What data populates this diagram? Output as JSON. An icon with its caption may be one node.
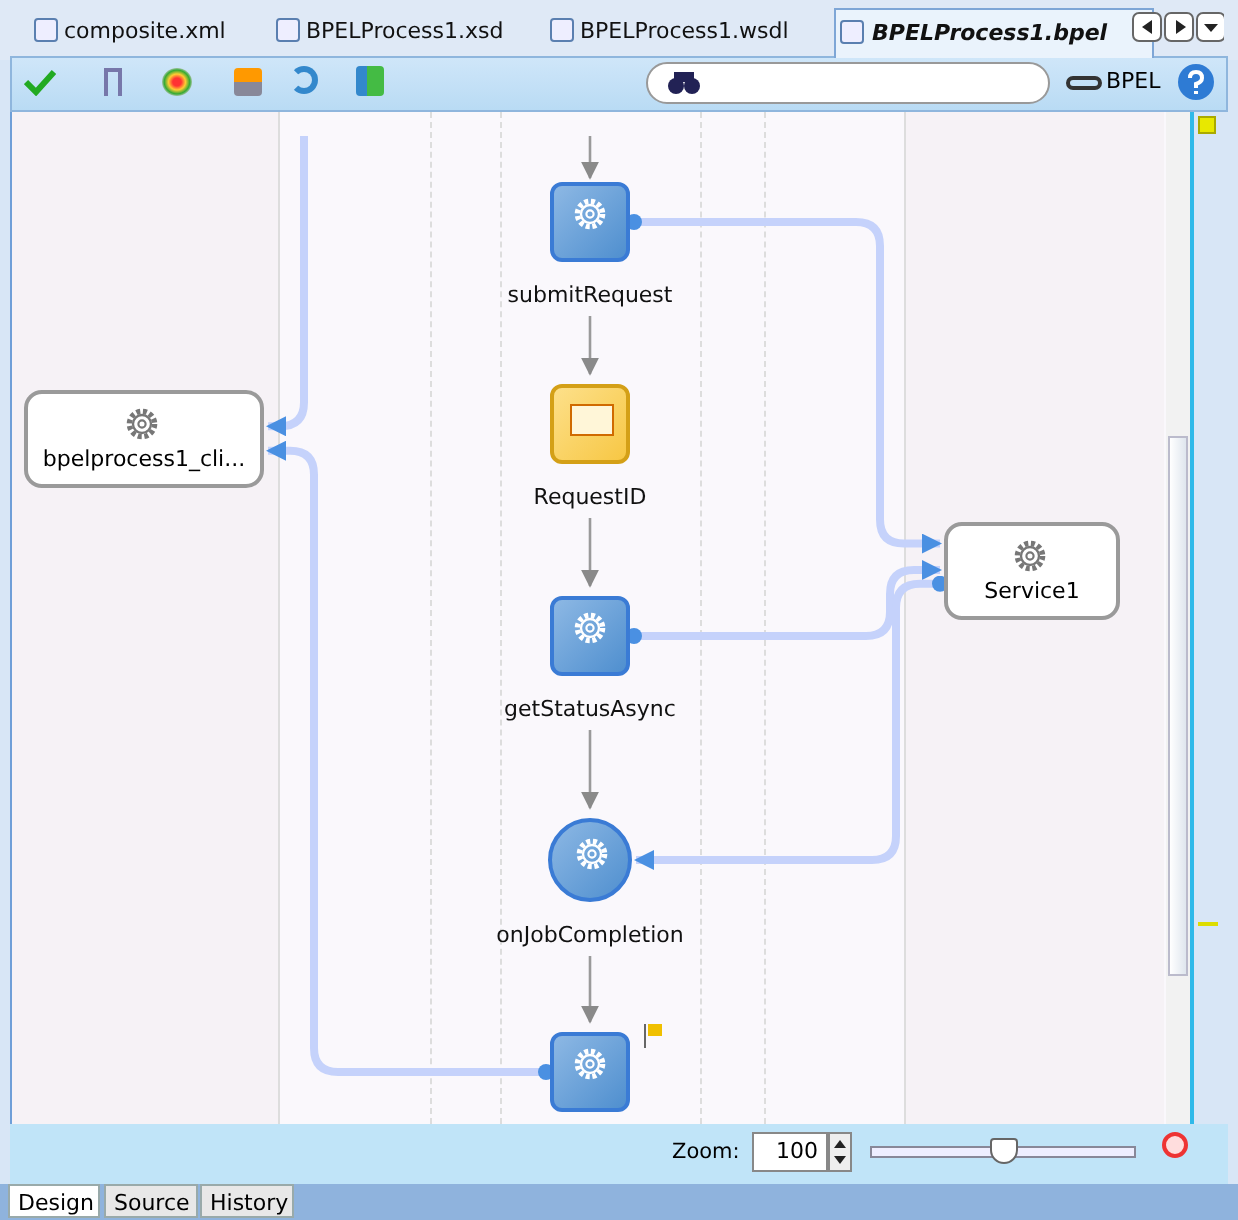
{
  "diagram": {
    "nodes": [
      {
        "text": [
          "bpelprocess1_cli..."
        ]
      },
      {
        "text": [
          "submitRequest"
        ]
      },
      {
        "text": [
          "RequestID"
        ]
      },
      {
        "text": [
          "getStatusAsync"
        ]
      },
      {
        "text": [
          "onJobCompletion"
        ]
      },
      {
        "text": [],
        "shape": "box"
      },
      {
        "text": [
          "Service1"
        ]
      }
    ],
    "edges": [
      {
        "from": null,
        "to": 1,
        "arrow": "to"
      },
      {
        "from": 1,
        "to": 2,
        "arrow": "to"
      },
      {
        "from": 2,
        "to": 3,
        "arrow": "to"
      },
      {
        "from": 3,
        "to": 4,
        "arrow": "to"
      },
      {
        "from": 4,
        "to": 5,
        "arrow": "to"
      },
      {
        "from": 1,
        "to": 6,
        "arrow": "to",
        "style": "thick",
        "color": "#c5d2fb"
      },
      {
        "from": 3,
        "to": 6,
        "arrow": "to",
        "style": "thick",
        "color": "#c5d2fb"
      },
      {
        "from": 6,
        "to": 4,
        "arrow": "to",
        "style": "thick",
        "color": "#c5d2fb"
      },
      {
        "from": 5,
        "to": 0,
        "arrow": "to",
        "style": "thick",
        "color": "#c5d2fb"
      },
      {
        "from": null,
        "to": 0,
        "arrow": "to",
        "style": "thick",
        "color": "#c5d2fb"
      }
    ],
    "labels": [
      "composite.xml",
      "BPELProcess1.xsd",
      "BPELProcess1.wsdl",
      "BPELProcess1.bpel",
      "BPEL",
      "Zoom:",
      "100",
      "Design",
      "Source",
      "History"
    ]
  }
}
